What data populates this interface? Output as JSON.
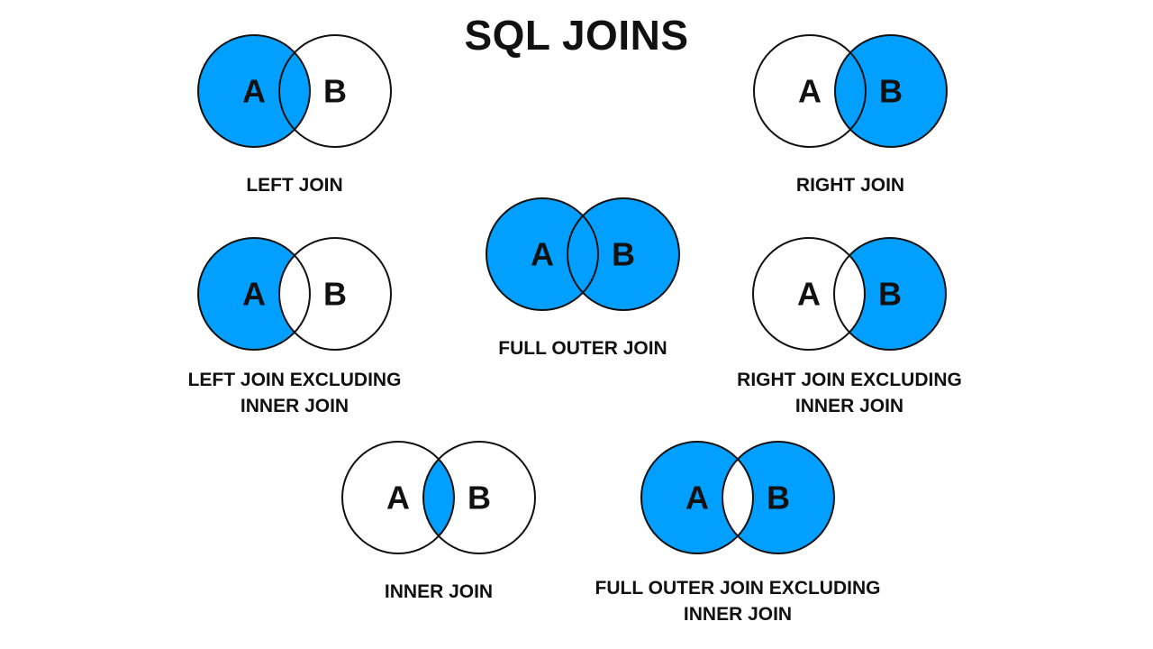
{
  "page": {
    "title": "SQL JOINS",
    "background": "#ffffff",
    "text_color": "#111111"
  },
  "colors": {
    "highlight_blue": "#019fff",
    "unshaded_white": "#ffffff",
    "circle_outline": "#111111"
  },
  "diagrams": [
    {
      "id": "left-join",
      "label": "LEFT JOIN",
      "set_a": "A",
      "set_b": "B",
      "shaded_regions": [
        "A",
        "A∩B"
      ],
      "fills": {
        "left": "#019fff",
        "right": "#ffffff",
        "intersection": "#019fff"
      }
    },
    {
      "id": "right-join",
      "label": "RIGHT JOIN",
      "set_a": "A",
      "set_b": "B",
      "shaded_regions": [
        "B",
        "A∩B"
      ],
      "fills": {
        "left": "#ffffff",
        "right": "#019fff",
        "intersection": "#019fff"
      }
    },
    {
      "id": "full-outer-join",
      "label": "FULL OUTER JOIN",
      "set_a": "A",
      "set_b": "B",
      "shaded_regions": [
        "A",
        "B",
        "A∩B"
      ],
      "fills": {
        "left": "#019fff",
        "right": "#019fff",
        "intersection": "#019fff"
      }
    },
    {
      "id": "left-join-excluding-inner-join",
      "label": "LEFT JOIN EXCLUDING\nINNER JOIN",
      "set_a": "A",
      "set_b": "B",
      "shaded_regions": [
        "A only"
      ],
      "fills": {
        "left": "#019fff",
        "right": "#ffffff",
        "intersection": "#ffffff"
      }
    },
    {
      "id": "right-join-excluding-inner-join",
      "label": "RIGHT JOIN EXCLUDING\nINNER JOIN",
      "set_a": "A",
      "set_b": "B",
      "shaded_regions": [
        "B only"
      ],
      "fills": {
        "left": "#ffffff",
        "right": "#019fff",
        "intersection": "#ffffff"
      }
    },
    {
      "id": "inner-join",
      "label": "INNER JOIN",
      "set_a": "A",
      "set_b": "B",
      "shaded_regions": [
        "A∩B"
      ],
      "fills": {
        "left": "#ffffff",
        "right": "#ffffff",
        "intersection": "#019fff"
      }
    },
    {
      "id": "full-outer-join-excluding-inner-join",
      "label": "FULL OUTER JOIN EXCLUDING\nINNER JOIN",
      "set_a": "A",
      "set_b": "B",
      "shaded_regions": [
        "A only",
        "B only"
      ],
      "fills": {
        "left": "#019fff",
        "right": "#019fff",
        "intersection": "#ffffff"
      }
    }
  ]
}
